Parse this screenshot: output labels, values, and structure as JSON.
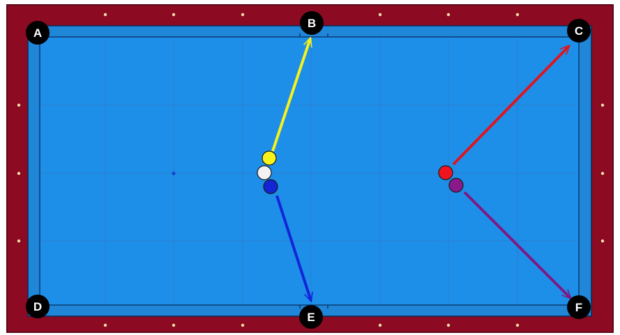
{
  "colors": {
    "rail": "#8c0a22",
    "rail_edge": "#5a0616",
    "cushion": "#1f86d8",
    "cloth": "#1e8fe8",
    "grid": "#2b7fd0",
    "pocket": "#000000",
    "diamond": "#f3e3a8",
    "spot": "#1a3fcf"
  },
  "pockets": [
    {
      "label": "A"
    },
    {
      "label": "B"
    },
    {
      "label": "C"
    },
    {
      "label": "D"
    },
    {
      "label": "E"
    },
    {
      "label": "F"
    }
  ],
  "balls": [
    {
      "name": "yellow-ball",
      "color": "#f7f21a"
    },
    {
      "name": "cue-ball",
      "color": "#f2f2f2"
    },
    {
      "name": "blue-ball",
      "color": "#1324d6"
    },
    {
      "name": "red-ball",
      "color": "#f0141e"
    },
    {
      "name": "purple-ball",
      "color": "#8a1a8c"
    }
  ],
  "shots": [
    {
      "ball": "yellow-ball",
      "pocket": "B",
      "color": "#f7f21a"
    },
    {
      "ball": "blue-ball",
      "pocket": "E",
      "color": "#1325d8"
    },
    {
      "ball": "red-ball",
      "pocket": "C",
      "color": "#e0141e"
    },
    {
      "ball": "purple-ball",
      "pocket": "F",
      "color": "#7c1a86"
    }
  ]
}
